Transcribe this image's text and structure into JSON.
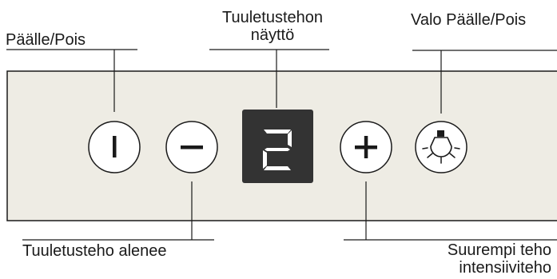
{
  "labels": {
    "power": "Päälle/Pois",
    "display_line1": "Tuuletustehon",
    "display_line2": "näyttö",
    "light": "Valo Päälle/Pois",
    "decrease": "Tuuletusteho alenee",
    "increase_line1": "Suurempi teho",
    "increase_line2": "intensiiviteho"
  },
  "display": {
    "level": "2"
  },
  "icons": {
    "power": "power-icon",
    "minus": "minus-icon",
    "plus": "plus-icon",
    "light": "light-bulb-icon"
  },
  "colors": {
    "panel_fill": "#eeece4",
    "display_fill": "#333333",
    "segment_color": "#ffffff",
    "line_color": "#1a1a1a"
  }
}
